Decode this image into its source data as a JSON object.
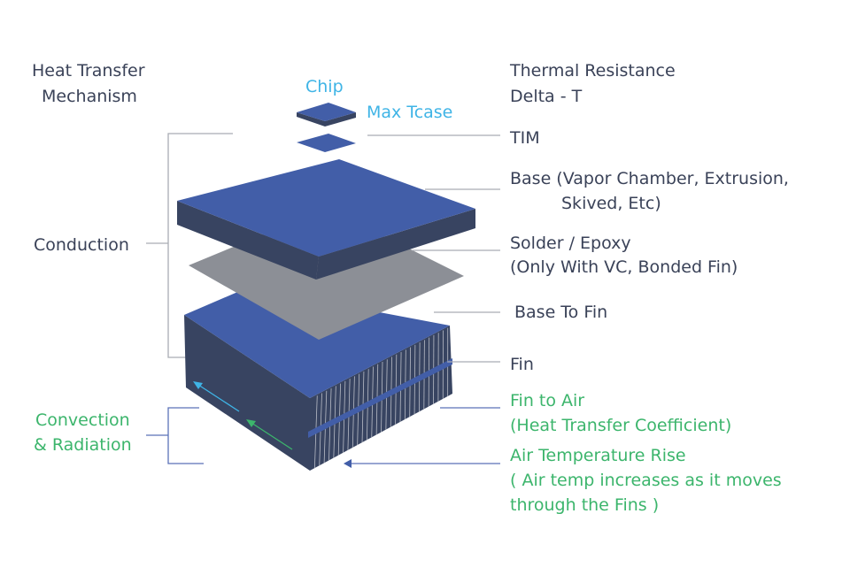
{
  "left": {
    "title_line1": "Heat Transfer",
    "title_line2": "Mechanism",
    "conduction": "Conduction",
    "convection_line1": "Convection",
    "convection_line2": "& Radiation"
  },
  "center": {
    "chip": "Chip",
    "max_tcase": "Max Tcase"
  },
  "right": {
    "title_line1": "Thermal Resistance",
    "title_line2": "Delta - T",
    "tim": "TIM",
    "base_line1": "Base (Vapor Chamber, Extrusion,",
    "base_line2": "Skived, Etc)",
    "solder_line1": "Solder / Epoxy",
    "solder_line2": "(Only With VC, Bonded Fin)",
    "base_to_fin": "Base To Fin",
    "fin": "Fin",
    "fin_to_air_line1": "Fin to Air",
    "fin_to_air_line2": "(Heat Transfer Coefficient)",
    "air_rise_line1": "Air Temperature Rise",
    "air_rise_line2": "( Air temp increases as it moves",
    "air_rise_line3": "through the Fins )"
  },
  "colors": {
    "text": "#3a4258",
    "green": "#3cb56c",
    "cyan": "#3fb4e6",
    "blue_top": "#425ea8",
    "blue_side": "#384461",
    "gray": "#8c8f96"
  }
}
